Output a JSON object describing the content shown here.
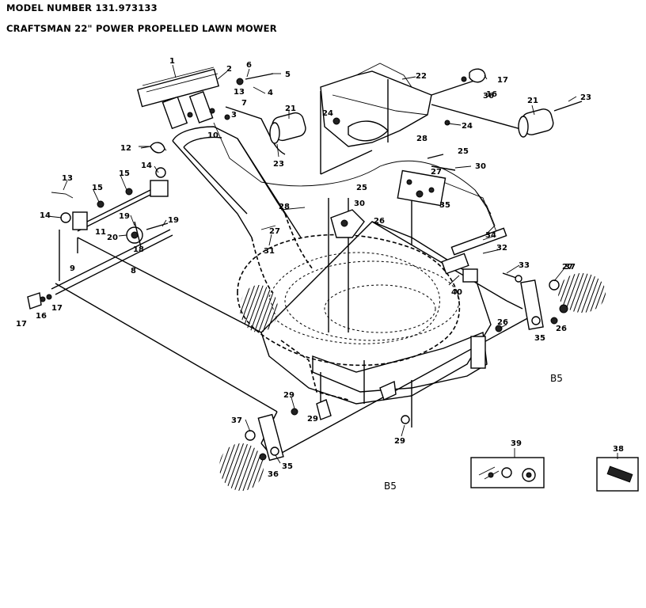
{
  "header": {
    "model_line": "MODEL NUMBER 131.973133",
    "product_line": "CRAFTSMAN 22\" POWER PROPELLED LAWN MOWER"
  },
  "diagram": {
    "part_labels": [
      "1",
      "2",
      "3",
      "4",
      "5",
      "6",
      "7",
      "8",
      "9",
      "10",
      "11",
      "12",
      "13",
      "14",
      "15",
      "16",
      "17",
      "18",
      "19",
      "20",
      "21",
      "22",
      "23",
      "24",
      "25",
      "26",
      "27",
      "28",
      "29",
      "30",
      "31",
      "32",
      "33",
      "34",
      "35",
      "36",
      "37",
      "38",
      "39",
      "40"
    ],
    "callouts": [
      {
        "text": "1"
      },
      {
        "text": "2"
      },
      {
        "text": "3"
      },
      {
        "text": "4"
      },
      {
        "text": "5"
      },
      {
        "text": "6"
      },
      {
        "text": "7"
      },
      {
        "text": "8"
      },
      {
        "text": "9"
      },
      {
        "text": "10"
      },
      {
        "text": "11"
      },
      {
        "text": "12"
      },
      {
        "text": "13"
      },
      {
        "text": "14"
      },
      {
        "text": "15"
      },
      {
        "text": "16"
      },
      {
        "text": "17"
      },
      {
        "text": "17"
      },
      {
        "text": "17"
      },
      {
        "text": "16"
      },
      {
        "text": "18"
      },
      {
        "text": "19"
      },
      {
        "text": "19"
      },
      {
        "text": "20"
      },
      {
        "text": "21"
      },
      {
        "text": "21"
      },
      {
        "text": "22"
      },
      {
        "text": "23"
      },
      {
        "text": "23"
      },
      {
        "text": "24"
      },
      {
        "text": "24"
      },
      {
        "text": "25"
      },
      {
        "text": "26"
      },
      {
        "text": "26"
      },
      {
        "text": "26"
      },
      {
        "text": "27"
      },
      {
        "text": "27"
      },
      {
        "text": "27"
      },
      {
        "text": "28"
      },
      {
        "text": "28"
      },
      {
        "text": "29"
      },
      {
        "text": "29"
      },
      {
        "text": "29"
      },
      {
        "text": "30"
      },
      {
        "text": "30"
      },
      {
        "text": "31"
      },
      {
        "text": "32"
      },
      {
        "text": "33"
      },
      {
        "text": "34"
      },
      {
        "text": "35"
      },
      {
        "text": "35"
      },
      {
        "text": "35"
      },
      {
        "text": "36"
      },
      {
        "text": "36"
      },
      {
        "text": "37"
      },
      {
        "text": "37"
      },
      {
        "text": "38"
      },
      {
        "text": "39"
      },
      {
        "text": "40"
      },
      {
        "text": "25"
      },
      {
        "text": "14"
      },
      {
        "text": "15"
      },
      {
        "text": "13"
      }
    ],
    "page_marks": [
      "B5",
      "B5"
    ]
  }
}
